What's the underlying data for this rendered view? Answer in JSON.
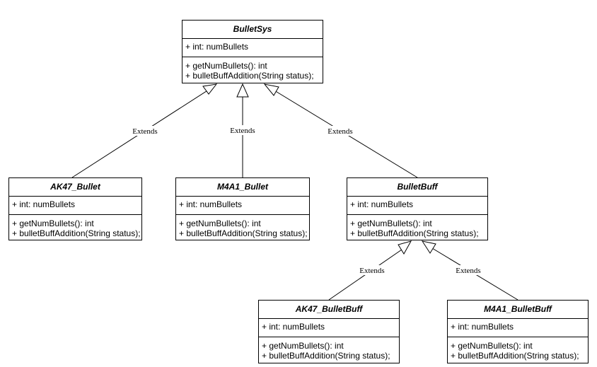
{
  "classes": {
    "bulletsys": {
      "name": "BulletSys",
      "attributes": [
        "+ int: numBullets"
      ],
      "operations": [
        "+ getNumBullets(): int",
        "+ bulletBuffAddition(String status);"
      ]
    },
    "ak47_bullet": {
      "name": "AK47_Bullet",
      "attributes": [
        "+ int: numBullets"
      ],
      "operations": [
        "+ getNumBullets(): int",
        "+ bulletBuffAddition(String status);"
      ]
    },
    "m4a1_bullet": {
      "name": "M4A1_Bullet",
      "attributes": [
        "+ int: numBullets"
      ],
      "operations": [
        "+ getNumBullets(): int",
        "+ bulletBuffAddition(String status);"
      ]
    },
    "bulletbuff": {
      "name": "BulletBuff",
      "attributes": [
        "+ int: numBullets"
      ],
      "operations": [
        "+ getNumBullets(): int",
        "+ bulletBuffAddition(String status);"
      ]
    },
    "ak47_bulletbuff": {
      "name": "AK47_BulletBuff",
      "attributes": [
        "+ int: numBullets"
      ],
      "operations": [
        "+ getNumBullets(): int",
        "+ bulletBuffAddition(String status);"
      ]
    },
    "m4a1_bulletbuff": {
      "name": "M4A1_BulletBuff",
      "attributes": [
        "+ int: numBullets"
      ],
      "operations": [
        "+ getNumBullets(): int",
        "+ bulletBuffAddition(String status);"
      ]
    }
  },
  "edges": {
    "ak47_bullet_to_bulletsys": "Extends",
    "m4a1_bullet_to_bulletsys": "Extends",
    "bulletbuff_to_bulletsys": "Extends",
    "ak47_bulletbuff_to_bulletbuff": "Extends",
    "m4a1_bulletbuff_to_bulletbuff": "Extends"
  },
  "style": {
    "line_color": "#000000",
    "background": "#ffffff"
  }
}
